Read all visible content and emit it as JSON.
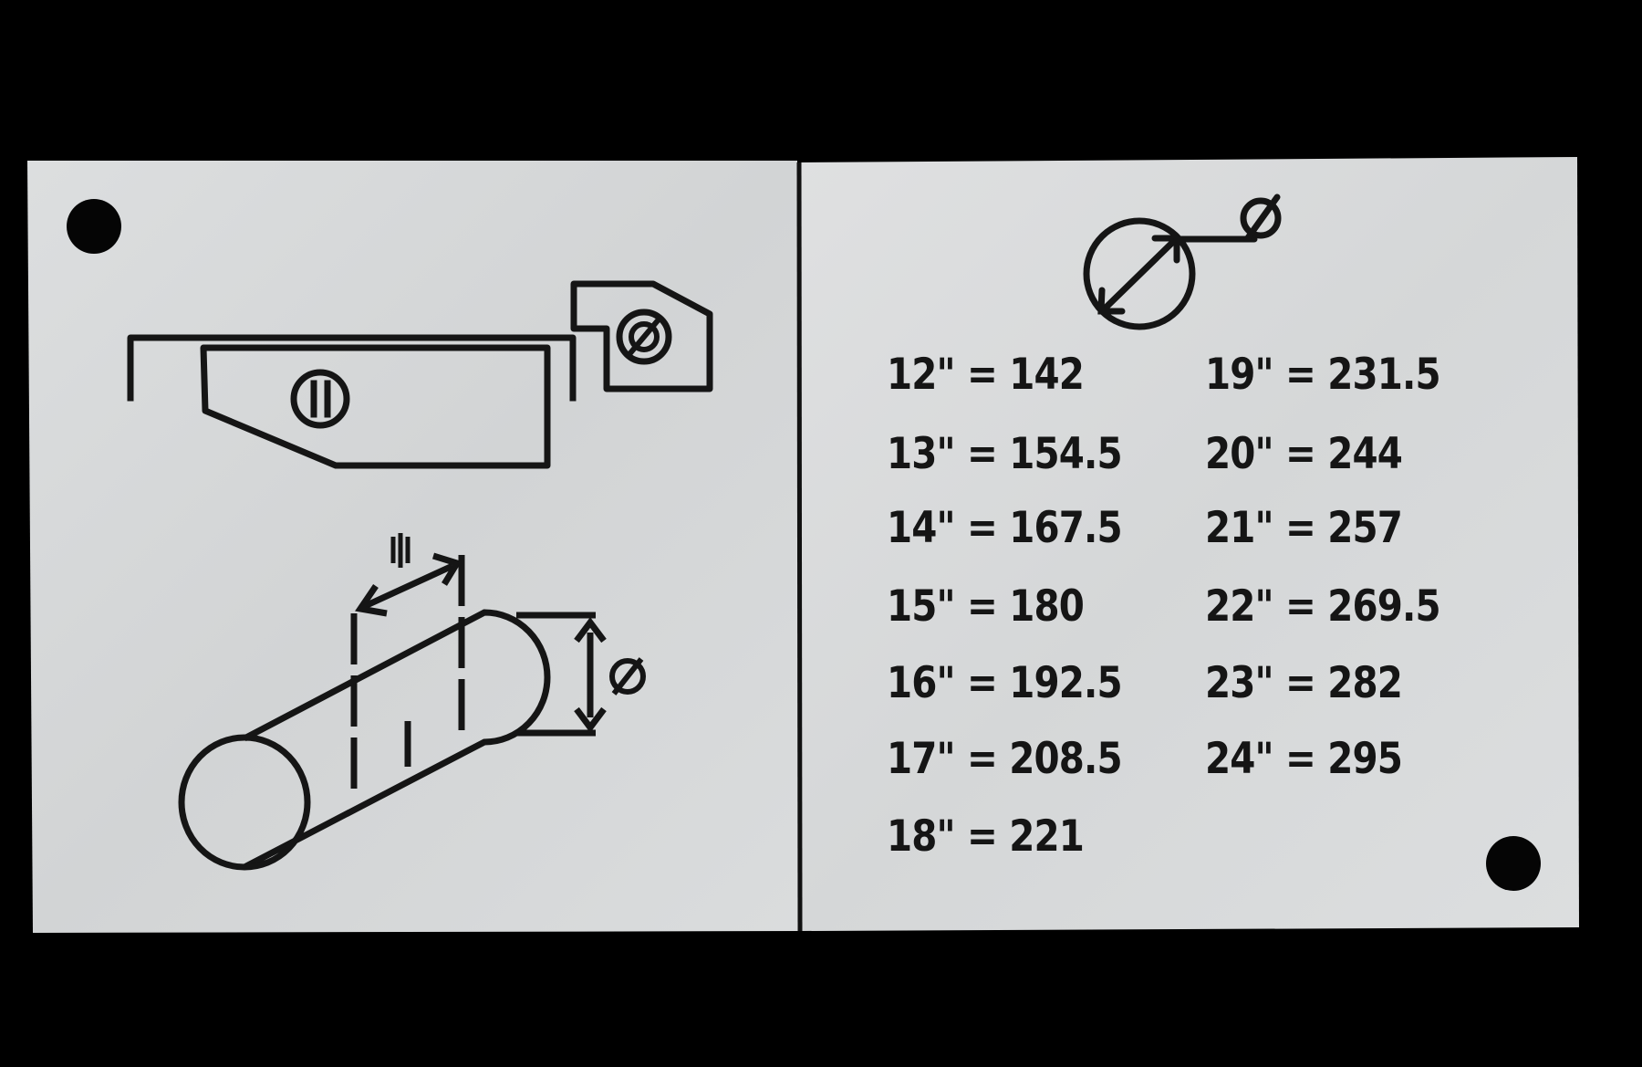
{
  "colors": {
    "background": "#000000",
    "plate": "#d8dadb",
    "engraving": "#151515",
    "hole": "#050505"
  },
  "icons": {
    "diameter": "diameter-symbol-icon",
    "diameter_circle": "diameter-circle-arrow-icon",
    "tool_holder": "tool-holder-diagram-icon",
    "cylinder": "cylinder-measurement-diagram-icon"
  },
  "conversions": [
    {
      "size": "12\"",
      "sep": "=",
      "value": "142"
    },
    {
      "size": "13\"",
      "sep": "=",
      "value": "154.5"
    },
    {
      "size": "14\"",
      "sep": "=",
      "value": "167.5"
    },
    {
      "size": "15\"",
      "sep": "=",
      "value": "180"
    },
    {
      "size": "16\"",
      "sep": "=",
      "value": "192.5"
    },
    {
      "size": "17\"",
      "sep": "=",
      "value": "208.5"
    },
    {
      "size": "18\"",
      "sep": "=",
      "value": "221"
    },
    {
      "size": "19\"",
      "sep": "=",
      "value": "231.5"
    },
    {
      "size": "20\"",
      "sep": "=",
      "value": "244"
    },
    {
      "size": "21\"",
      "sep": "=",
      "value": "257"
    },
    {
      "size": "22\"",
      "sep": "=",
      "value": "269.5"
    },
    {
      "size": "23\"",
      "sep": "=",
      "value": "282"
    },
    {
      "size": "24\"",
      "sep": "=",
      "value": "295"
    }
  ]
}
